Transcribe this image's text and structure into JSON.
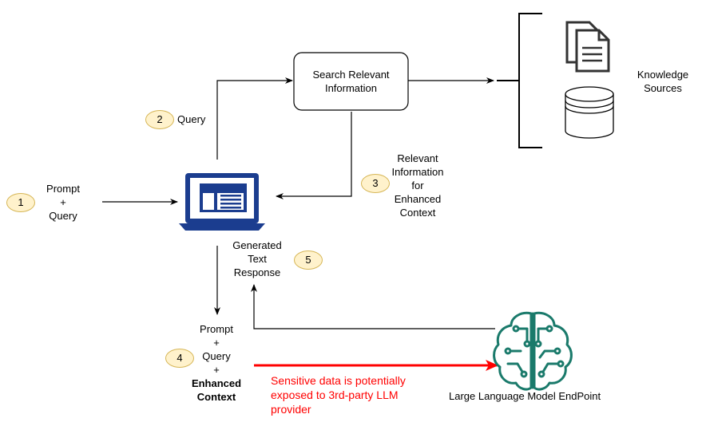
{
  "steps": {
    "one": "1",
    "two": "2",
    "three": "3",
    "four": "4",
    "five": "5"
  },
  "labels": {
    "search_box": [
      "Search Relevant",
      "Information"
    ],
    "knowledge_sources": [
      "Knowledge",
      "Sources"
    ],
    "query": "Query",
    "prompt_query": [
      "Prompt",
      "+",
      "Query"
    ],
    "relevant_info": [
      "Relevant",
      "Information",
      "for",
      "Enhanced",
      "Context"
    ],
    "generated_response": [
      "Generated",
      "Text",
      "Response"
    ],
    "enhanced_prompt": [
      "Prompt",
      "+",
      "Query",
      "+"
    ],
    "enhanced_context": [
      "Enhanced",
      "Context"
    ],
    "warning": [
      "Sensitive data is potentially",
      "exposed to 3rd-party LLM",
      "provider"
    ],
    "llm_endpoint": "Large Language Model EndPoint"
  },
  "icons": {
    "laptop": "laptop-icon",
    "documents": "documents-icon",
    "database": "database-icon",
    "brain": "brain-circuit-icon"
  },
  "colors": {
    "badge_fill": "#fff2cc",
    "badge_border": "#d6b656",
    "laptop": "#1b3d8f",
    "brain": "#1a7a6b",
    "warning": "#ff0000"
  }
}
